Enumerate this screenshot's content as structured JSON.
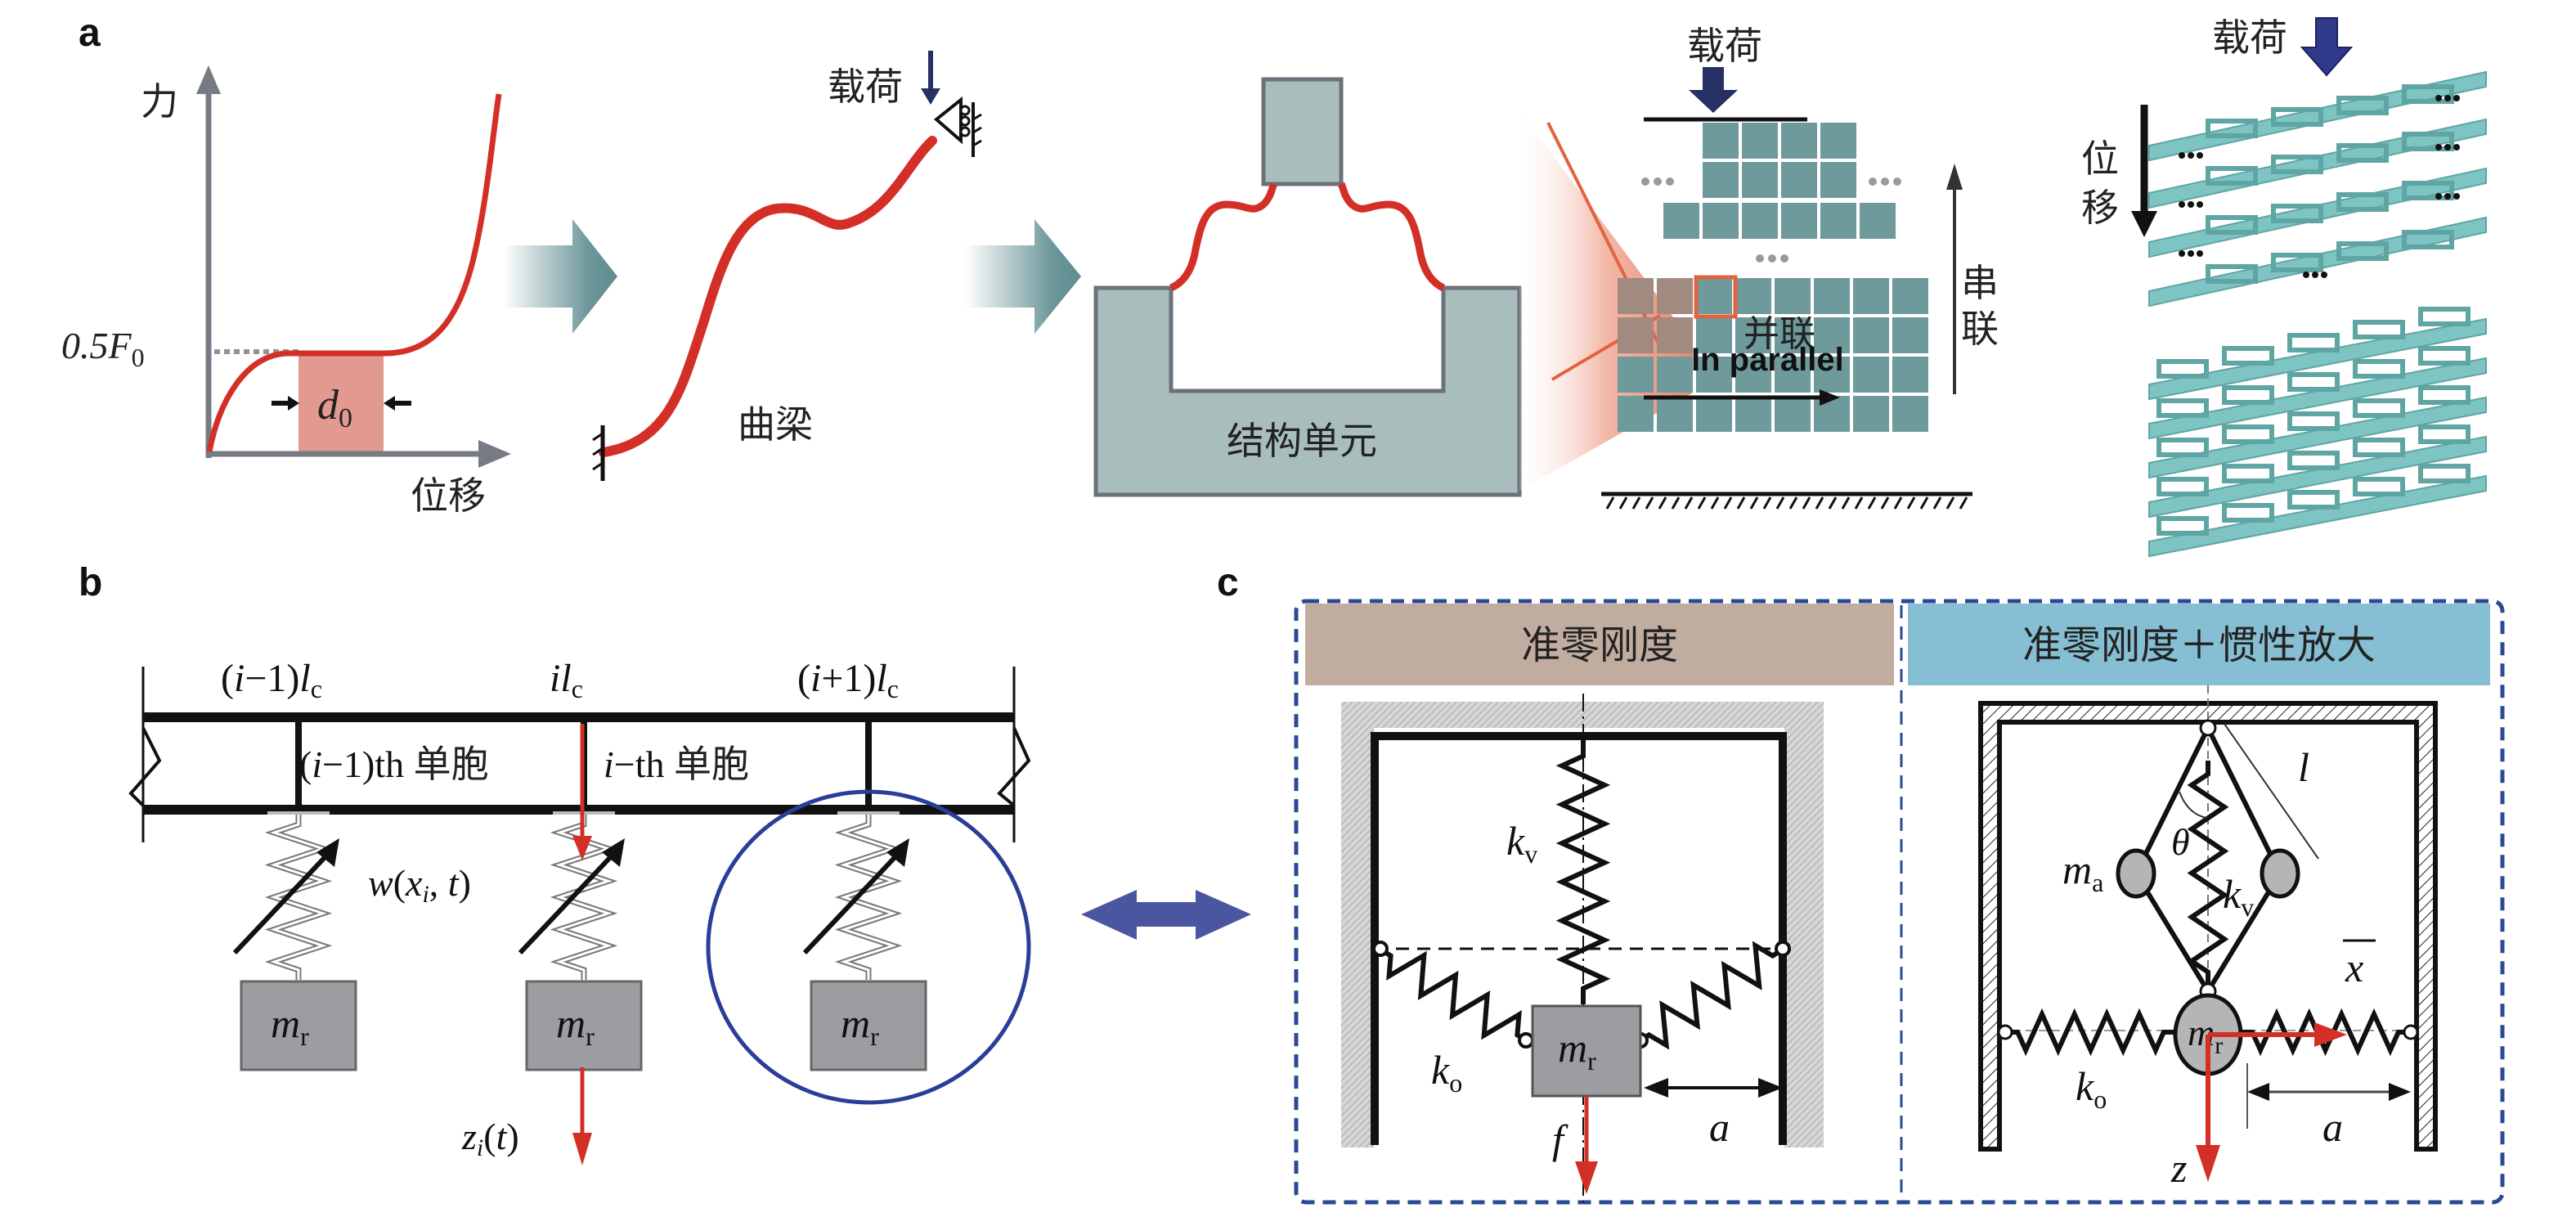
{
  "figure": {
    "panels": {
      "a": {
        "letter": "a",
        "force_curve": {
          "y_axis_label": "力",
          "x_axis_label": "位移",
          "plateau_label": "0.5F",
          "plateau_sub": "0",
          "width_label": "d",
          "width_sub": "0"
        },
        "curved_beam": {
          "load_label": "载荷",
          "beam_label": "曲梁"
        },
        "unit_cell": {
          "label": "结构单元"
        },
        "assembly": {
          "load_label": "载荷",
          "series_label_1": "串",
          "series_label_2": "联",
          "parallel_label_cn": "并联",
          "parallel_label_en": "In parallel",
          "ellipsis": "..."
        },
        "metamaterial_3d": {
          "load_label": "载荷",
          "disp_label_1": "位",
          "disp_label_2": "移",
          "ellipsis": "..."
        }
      },
      "b": {
        "letter": "b",
        "positions": [
          {
            "pre": "(",
            "var": "i",
            "op": "−1",
            "post": ")",
            "l": "l",
            "sub": "c"
          },
          {
            "pre": "",
            "var": "i",
            "op": "",
            "post": "",
            "l": "l",
            "sub": "c"
          },
          {
            "pre": "(",
            "var": "i",
            "op": "+1",
            "post": ")",
            "l": "l",
            "sub": "c"
          }
        ],
        "cell_labels": [
          {
            "math_pre": "(",
            "var": "i",
            "rest": "−1)th ",
            "cn": "单胞"
          },
          {
            "math_pre": "",
            "var": "i",
            "rest": "−th ",
            "cn": "单胞"
          }
        ],
        "displacement_label": {
          "w": "w",
          "x": "x",
          "i": "i",
          "t": "t"
        },
        "resonator_label": {
          "z": "z",
          "i": "i",
          "t": "t"
        },
        "mass_label": {
          "m": "m",
          "sub": "r"
        }
      },
      "c": {
        "letter": "c",
        "left": {
          "header": "准零刚度",
          "kv": {
            "k": "k",
            "sub": "v"
          },
          "ko": {
            "k": "k",
            "sub": "o"
          },
          "mass": {
            "m": "m",
            "sub": "r"
          },
          "force": "f",
          "gap": "a"
        },
        "right": {
          "header": "准零刚度＋惯性放大",
          "kv": {
            "k": "k",
            "sub": "v"
          },
          "ko": {
            "k": "k",
            "sub": "o"
          },
          "ma": {
            "m": "m",
            "sub": "a"
          },
          "mass": {
            "m": "m",
            "sub": "r"
          },
          "theta": "θ",
          "length": "l",
          "xbar": "x",
          "z": "z",
          "gap": "a"
        }
      }
    },
    "colors": {
      "curve_red": "#d42f27",
      "plateau_fill": "#e29a90",
      "axis_grey": "#767b84",
      "teal_unit": "#a8bdbc",
      "teal_grid": "#6e9a9b",
      "teal_3d": "#7ec4c2",
      "navy": "#263064",
      "dash_blue": "#2b4a94",
      "header_left": "#c1ada0",
      "header_right": "#86bfd3",
      "mass_grey": "#9c9da1",
      "circle_blue": "#2b3d97",
      "double_arrow": "#4a57a0"
    }
  }
}
